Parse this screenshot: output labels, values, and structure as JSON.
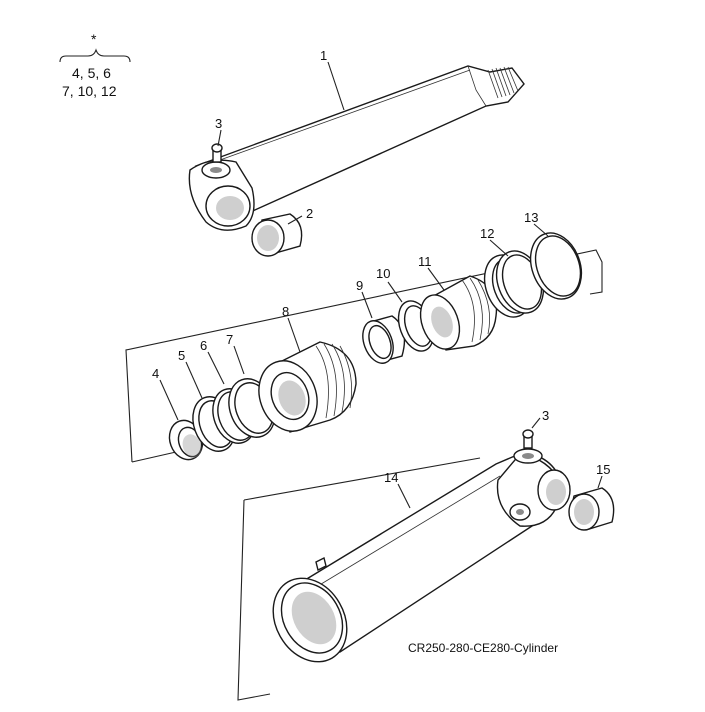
{
  "legend": {
    "star": "*",
    "line1": "4, 5, 6",
    "line2": "7, 10, 12"
  },
  "caption": "CR250-280-CE280-Cylinder",
  "callouts": {
    "c1": "1",
    "c2": "2",
    "c3a": "3",
    "c3b": "3",
    "c4": "4",
    "c5": "5",
    "c6": "6",
    "c7": "7",
    "c8": "8",
    "c9": "9",
    "c10": "10",
    "c11": "11",
    "c12": "12",
    "c13": "13",
    "c14": "14",
    "c15": "15"
  }
}
